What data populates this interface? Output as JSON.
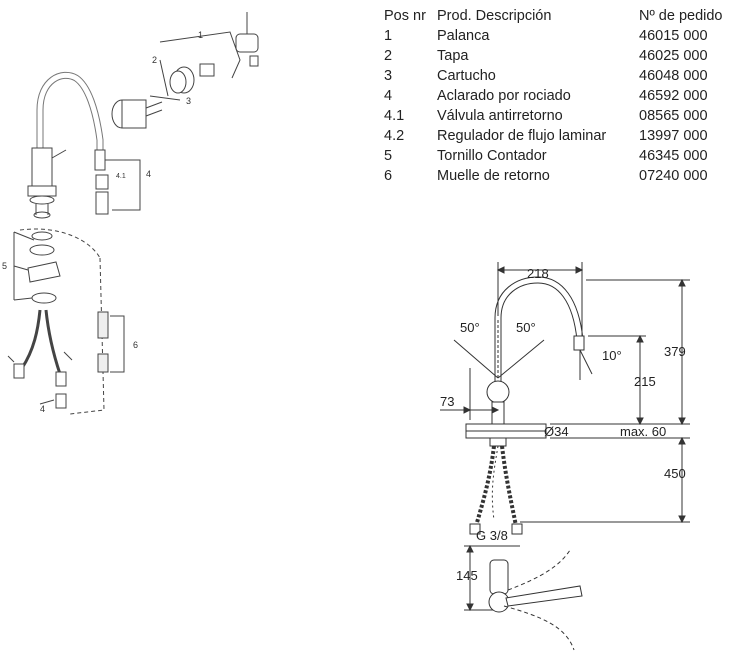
{
  "parts_table": {
    "headers": [
      "Pos nr",
      "Prod. Descripción",
      "Nº de pedido"
    ],
    "rows": [
      {
        "pos": "1",
        "desc": "Palanca",
        "order": "46015 000"
      },
      {
        "pos": "2",
        "desc": "Tapa",
        "order": "46025 000"
      },
      {
        "pos": "3",
        "desc": "Cartucho",
        "order": "46048 000"
      },
      {
        "pos": "4",
        "desc": "Aclarado por rociado",
        "order": "46592 000"
      },
      {
        "pos": "4.1",
        "desc": "Válvula antirretorno",
        "order": "08565 000"
      },
      {
        "pos": "4.2",
        "desc": "Regulador de flujo laminar",
        "order": "13997 000"
      },
      {
        "pos": "5",
        "desc": "Tornillo Contador",
        "order": "46345 000"
      },
      {
        "pos": "6",
        "desc": "Muelle de retorno",
        "order": "07240 000"
      }
    ]
  },
  "exploded_callouts": {
    "c1": "1",
    "c2": "2",
    "c3": "3",
    "c4": "4",
    "c4_1": "4.1",
    "c4b": "4",
    "c5": "5",
    "c6": "6"
  },
  "dimensions": {
    "width_top": "218",
    "angle_left": "50°",
    "angle_right": "50°",
    "spout_angle": "10°",
    "total_height": "379",
    "handle_height": "215",
    "base_offset": "73",
    "hole_diameter": "Ø34",
    "max_thickness": "max. 60",
    "hose_length": "450",
    "thread": "G 3/8",
    "swing_depth": "145"
  }
}
